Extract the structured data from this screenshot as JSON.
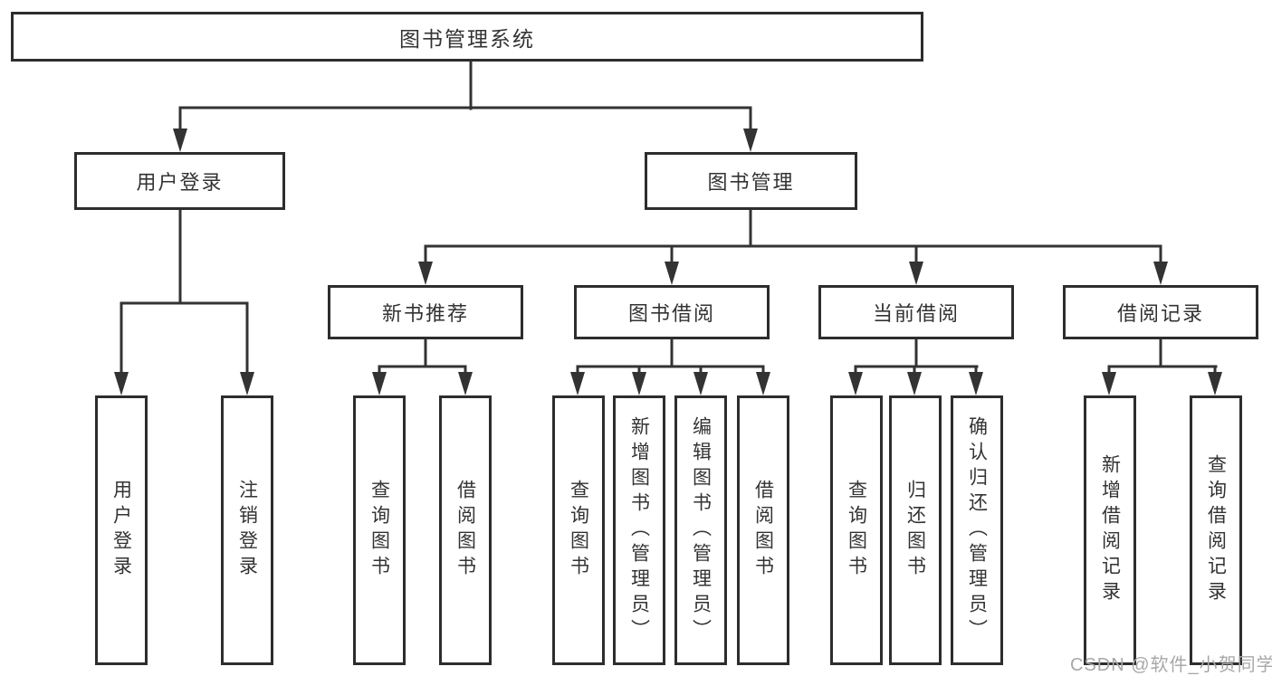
{
  "diagram": {
    "type": "hierarchy-flowchart",
    "tree": {
      "label": "图书管理系统",
      "children": [
        {
          "label": "用户登录",
          "children": [
            {
              "label": "用户登录"
            },
            {
              "label": "注销登录"
            }
          ]
        },
        {
          "label": "图书管理",
          "children": [
            {
              "label": "新书推荐",
              "children": [
                {
                  "label": "查询图书"
                },
                {
                  "label": "借阅图书"
                }
              ]
            },
            {
              "label": "图书借阅",
              "children": [
                {
                  "label": "查询图书"
                },
                {
                  "label": "新增图书（管理员）"
                },
                {
                  "label": "编辑图书（管理员）"
                },
                {
                  "label": "借阅图书"
                }
              ]
            },
            {
              "label": "当前借阅",
              "children": [
                {
                  "label": "查询图书"
                },
                {
                  "label": "归还图书"
                },
                {
                  "label": "确认归还（管理员）"
                }
              ]
            },
            {
              "label": "借阅记录",
              "children": [
                {
                  "label": "新增借阅记录"
                },
                {
                  "label": "查询借阅记录"
                }
              ]
            }
          ]
        }
      ]
    },
    "colors": {
      "line": "#333333",
      "box_border": "#2d2d2d",
      "text": "#333333",
      "watermark": "#a8a8a8",
      "background": "#ffffff"
    }
  },
  "watermark": {
    "text": "CSDN @软件_小贺同学"
  }
}
